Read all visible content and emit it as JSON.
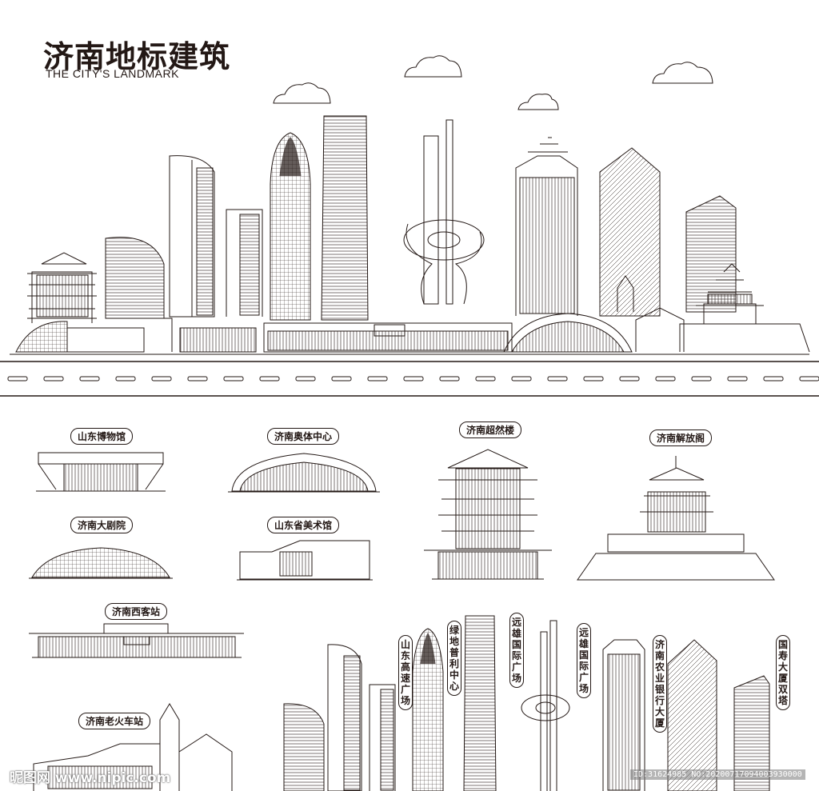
{
  "header": {
    "title_cn": "济南地标建筑",
    "title_en": "THE CITY'S LANDMARK"
  },
  "labels": {
    "shandong_museum": "山东博物馆",
    "olympic_center": "济南奥体中心",
    "chaoran_tower": "济南超然楼",
    "jiefang_pavilion": "济南解放阁",
    "grand_theatre": "济南大剧院",
    "art_museum": "山东省美术馆",
    "west_station": "济南西客站",
    "old_station": "济南老火车站",
    "expressway_plaza": "山东高速广场",
    "greenland_center": "绿地普利中心",
    "yuanxiong_plaza_1": "远雄国际广场",
    "yuanxiong_plaza_2": "远雄国际广场",
    "agri_bank": "济南农业银行大厦",
    "guoshou_towers": "国寿大厦双塔"
  },
  "watermark": {
    "left": "昵图网 www.nipic.com",
    "right": "ID:31624985 NO:20200717094003930000"
  },
  "colors": {
    "line": "#231815",
    "background": "#ffffff"
  }
}
